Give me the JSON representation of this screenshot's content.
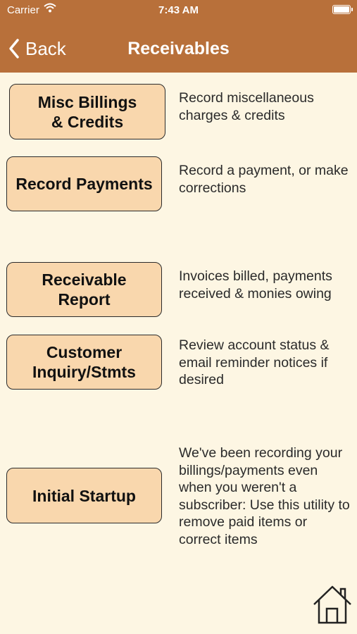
{
  "status_bar": {
    "carrier": "Carrier",
    "time": "7:43 AM"
  },
  "nav": {
    "back_label": "Back",
    "title": "Receivables"
  },
  "menu": [
    {
      "label": "Misc Billings & Credits",
      "description": "Record miscellaneous charges & credits"
    },
    {
      "label": "Record Payments",
      "description": "Record a payment, or make corrections"
    },
    {
      "label": "Receivable Report",
      "description": "Invoices billed, payments received & monies owing"
    },
    {
      "label": "Customer Inquiry/Stmts",
      "description": "Review account status & email reminder notices if desired"
    },
    {
      "label": "Initial Startup",
      "description": "We've been recording your billings/payments even when you weren't a subscriber: Use this utility to remove paid items or correct items"
    }
  ],
  "colors": {
    "header": "#b8703a",
    "background": "#fdf6e3",
    "button": "#f9d7ad"
  },
  "icons": {
    "back": "chevron-left-icon",
    "home": "home-icon",
    "wifi": "wifi-icon",
    "battery": "battery-icon"
  }
}
